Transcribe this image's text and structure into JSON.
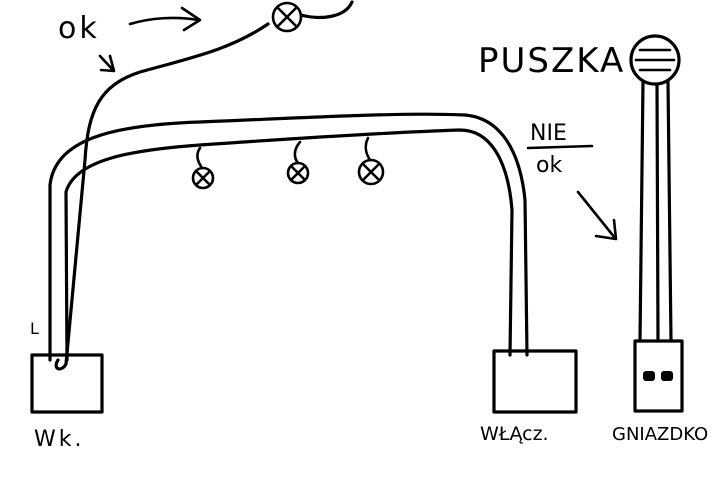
{
  "labels": {
    "ok_top": "ok",
    "puszka": "PUSZKA",
    "nie": "NIE",
    "ok_right": "ok",
    "l": "L",
    "wk": "Wk.",
    "wlacz": "WŁĄcz.",
    "gniazdko": "GNIAZDKO"
  }
}
